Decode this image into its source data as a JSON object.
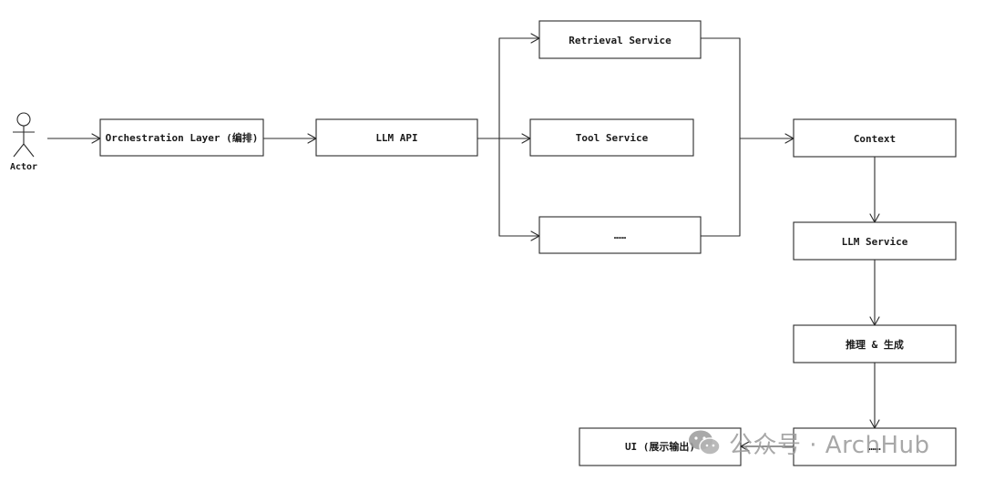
{
  "actor": {
    "label": "Actor"
  },
  "nodes": {
    "orchestration": "Orchestration Layer (编排)",
    "llm_api": "LLM API",
    "retrieval": "Retrieval Service",
    "tool": "Tool Service",
    "more_services": "……",
    "context": "Context",
    "llm_service": "LLM Service",
    "reasoning": "推理 & 生成",
    "more_steps": "……",
    "ui": "UI (展示输出)"
  },
  "watermark": {
    "text": "公众号 · ArchHub",
    "icon": "wechat-icon"
  }
}
